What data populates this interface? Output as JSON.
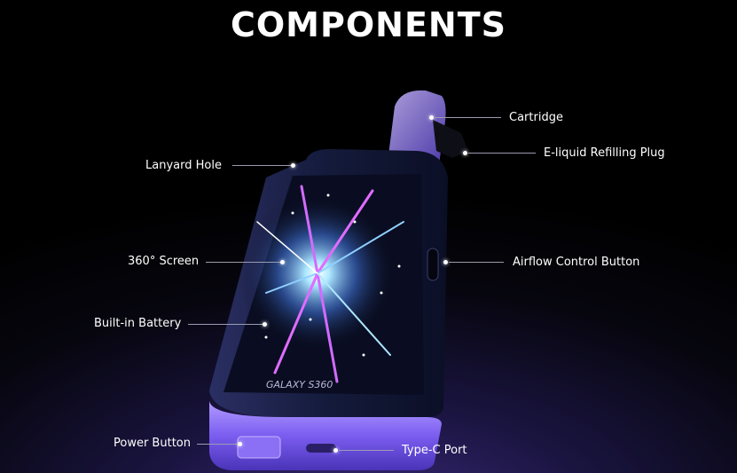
{
  "title": "COMPONENTS",
  "labels": {
    "cartridge": "Cartridge",
    "refilling_plug": "E-liquid Refilling Plug",
    "lanyard_hole": "Lanyard Hole",
    "screen": "360° Screen",
    "airflow": "Airflow Control Button",
    "battery": "Built-in Battery",
    "power": "Power Button",
    "typec": "Type-C Port"
  },
  "device_logo": "GALAXY S360",
  "colors": {
    "background": "#000000",
    "accent_purple": "#8a6cff",
    "body_navy": "#1b2147",
    "label": "#ffffff"
  }
}
